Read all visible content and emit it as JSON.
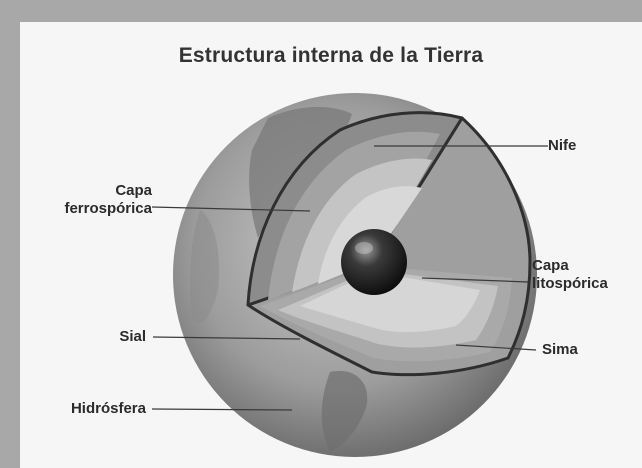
{
  "diagram": {
    "title": "Estructura interna de la Tierra",
    "labels": {
      "nife": "Nife",
      "capa_ferrosporica_1": "Capa",
      "capa_ferrosporica_2": "ferrospórica",
      "capa_litosporica_1": "Capa",
      "capa_litosporica_2": "litospórica",
      "sial": "Sial",
      "sima": "Sima",
      "hidrosfera": "Hidrósfera"
    }
  }
}
